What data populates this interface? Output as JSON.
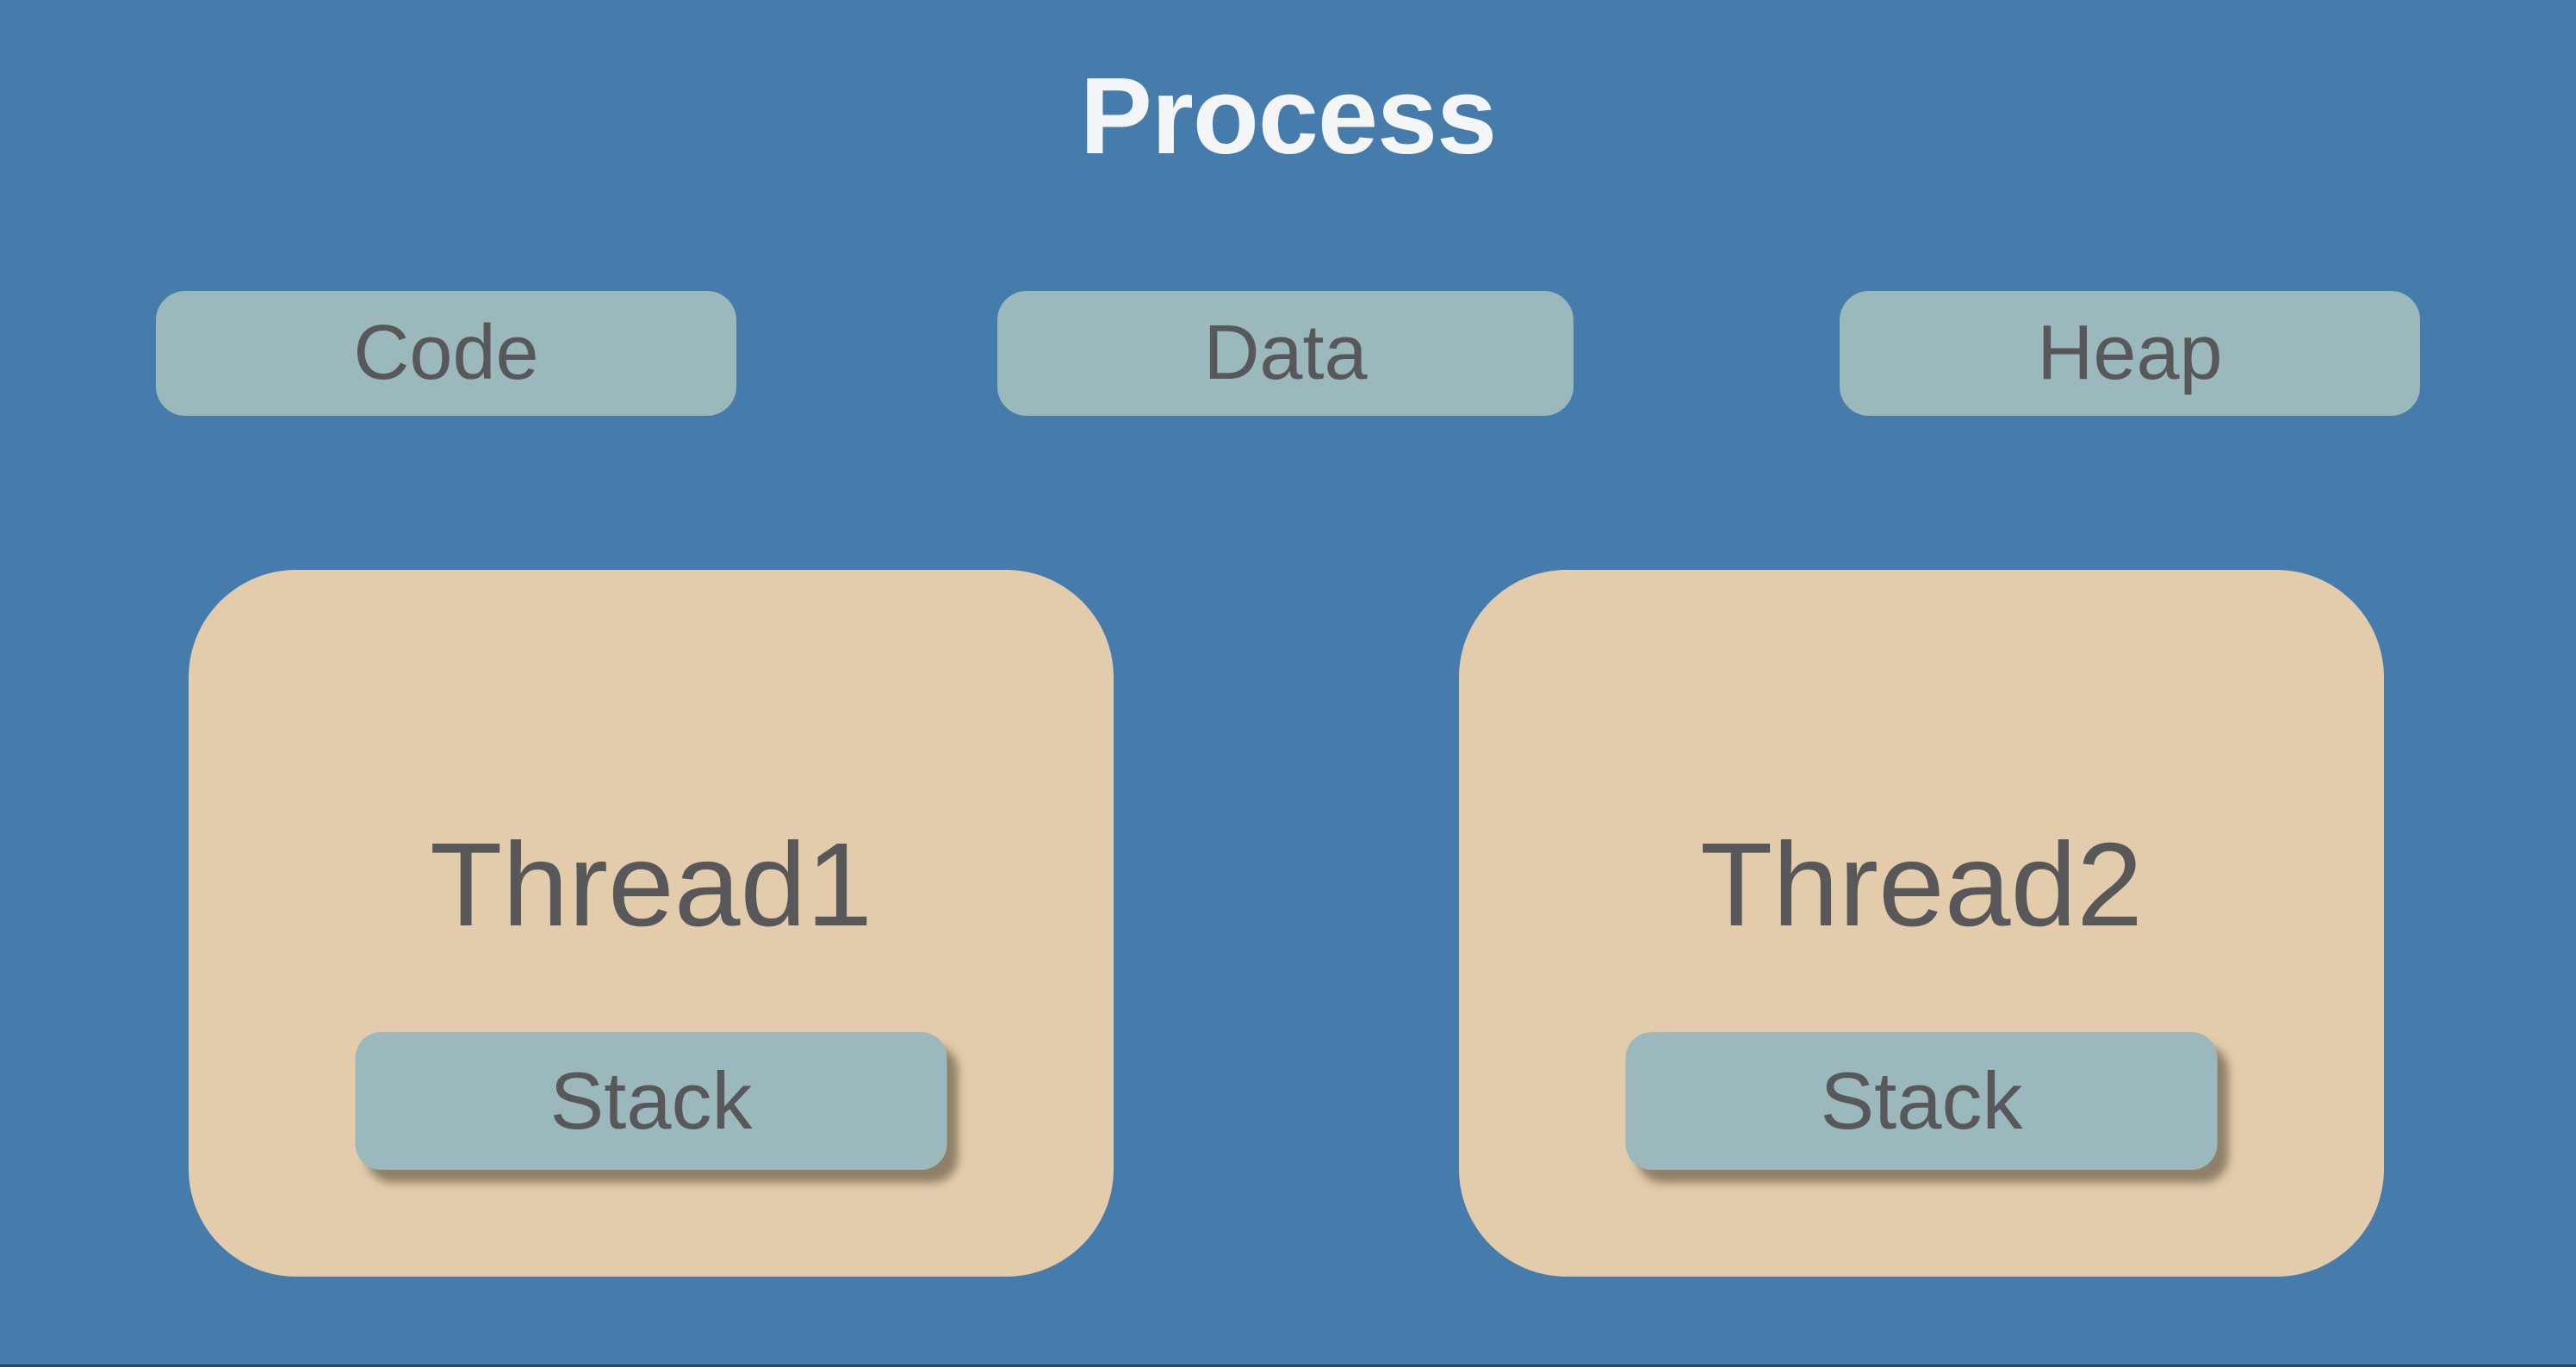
{
  "diagram": {
    "title": "Process",
    "segments": [
      {
        "label": "Code"
      },
      {
        "label": "Data"
      },
      {
        "label": "Heap"
      }
    ],
    "threads": [
      {
        "label": "Thread1",
        "stack_label": "Stack"
      },
      {
        "label": "Thread2",
        "stack_label": "Stack"
      }
    ],
    "colors": {
      "background": "#467CAB",
      "segment_fill": "#9BB9BC",
      "thread_fill": "#E3CCAB",
      "label_text": "#58585A",
      "title_text": "#F3F5F6"
    }
  }
}
